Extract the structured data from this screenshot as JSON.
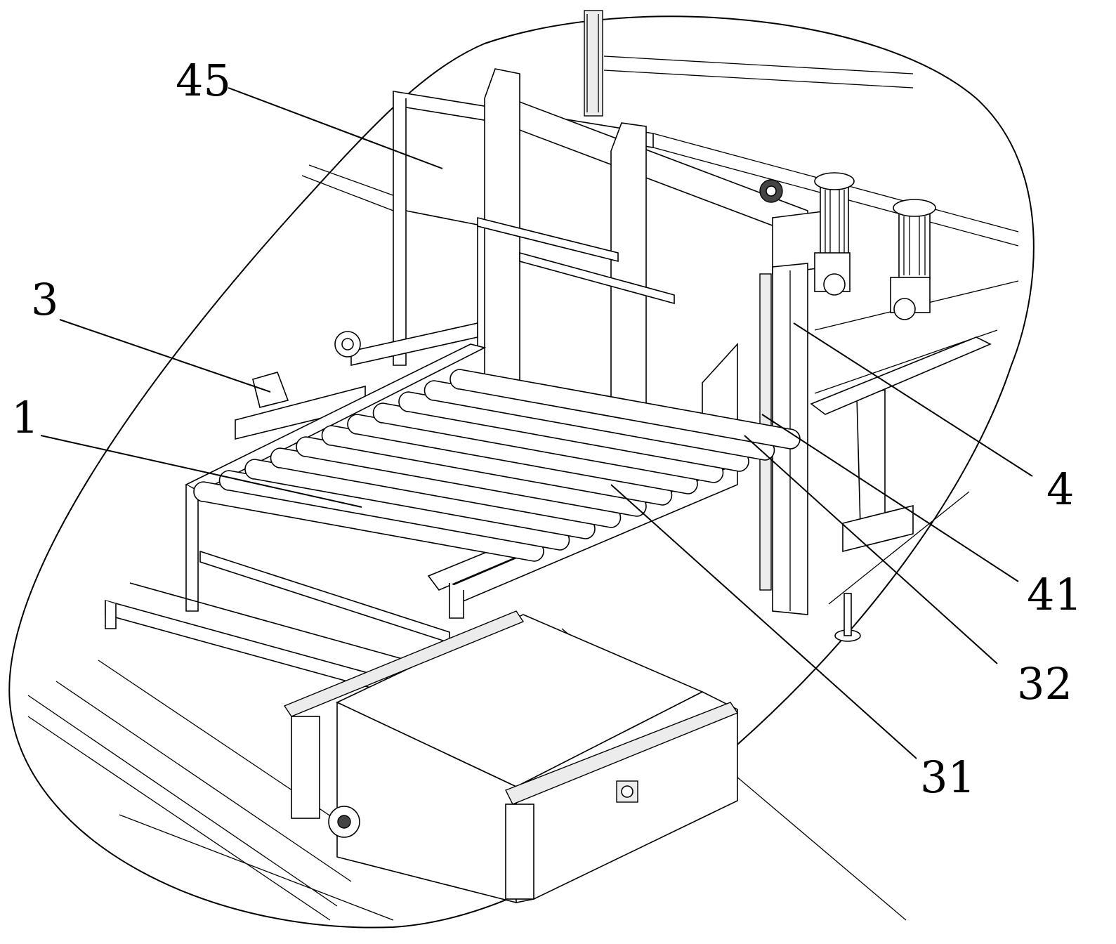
{
  "figure": {
    "callouts": [
      {
        "id": "45",
        "text": "45"
      },
      {
        "id": "3",
        "text": "3"
      },
      {
        "id": "1",
        "text": "1"
      },
      {
        "id": "4",
        "text": "4"
      },
      {
        "id": "41",
        "text": "41"
      },
      {
        "id": "32",
        "text": "32"
      },
      {
        "id": "31",
        "text": "31"
      }
    ]
  }
}
